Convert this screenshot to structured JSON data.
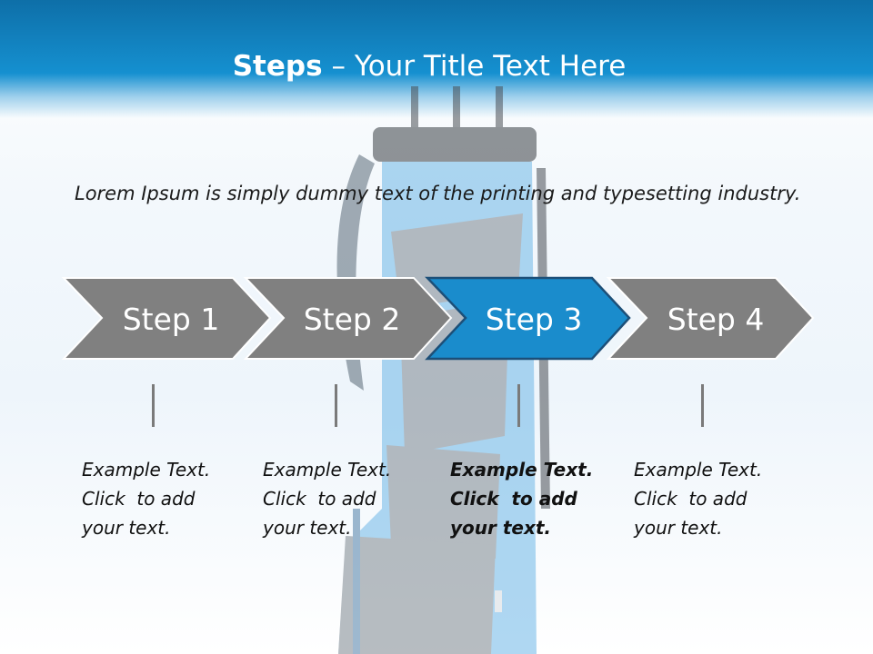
{
  "header": {
    "title_bold": "Steps",
    "title_rest": "– Your Title Text Here"
  },
  "intro_text": "Lorem Ipsum is simply dummy text of the printing and typesetting industry.",
  "steps": [
    {
      "label": "Step 1",
      "active": false
    },
    {
      "label": "Step 2",
      "active": false
    },
    {
      "label": "Step 3",
      "active": true
    },
    {
      "label": "Step 4",
      "active": false
    }
  ],
  "descriptions": [
    {
      "line1": "Example Text.",
      "line2": "Click  to add",
      "line3": "your text."
    },
    {
      "line1": "Example Text.",
      "line2": "Click  to add",
      "line3": "your text."
    },
    {
      "line1": "Example Text.",
      "line2": "Click  to add",
      "line3": "your text."
    },
    {
      "line1": "Example Text.",
      "line2": "Click  to add",
      "line3": "your text."
    }
  ],
  "colors": {
    "title_bar": "#1590d0",
    "step_inactive": "#808080",
    "step_active": "#1a8ccc",
    "bag_blue": "#7fc4ec"
  }
}
